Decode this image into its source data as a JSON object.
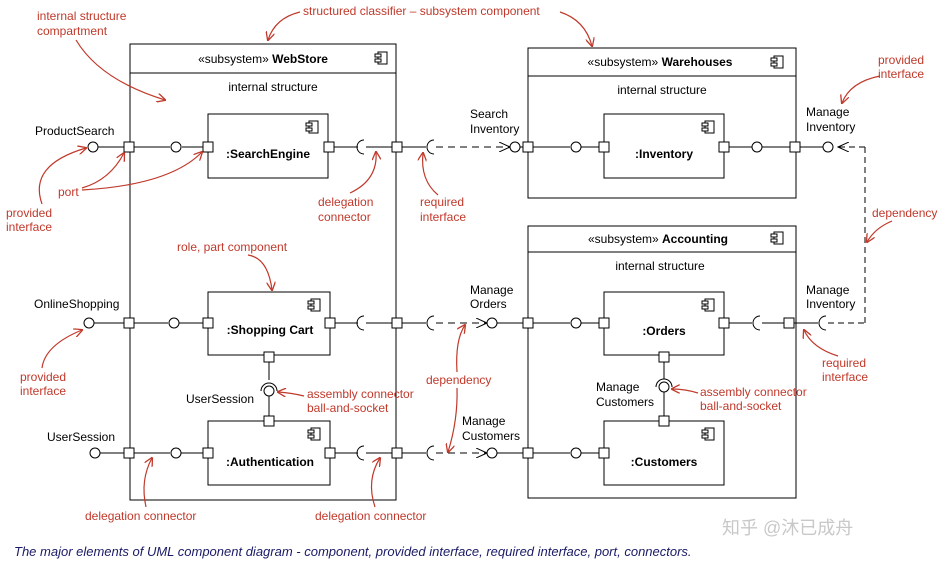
{
  "components": {
    "webstore": {
      "stereotype": "«subsystem»",
      "name": "WebStore",
      "compartment": "internal structure"
    },
    "warehouses": {
      "stereotype": "«subsystem»",
      "name": "Warehouses",
      "compartment": "internal structure"
    },
    "accounting": {
      "stereotype": "«subsystem»",
      "name": "Accounting",
      "compartment": "internal structure"
    },
    "search_engine": ":SearchEngine",
    "shopping_cart": ":Shopping Cart",
    "authentication": ":Authentication",
    "inventory": ":Inventory",
    "orders": ":Orders",
    "customers": ":Customers"
  },
  "interfaces": {
    "product_search": "ProductSearch",
    "online_shopping": "OnlineShopping",
    "user_session_outer": "UserSession",
    "user_session_inner": "UserSession",
    "search_inventory": [
      "Search",
      "Inventory"
    ],
    "manage_orders": [
      "Manage",
      "Orders"
    ],
    "manage_customers_ws": [
      "Manage",
      "Customers"
    ],
    "manage_inventory_top": [
      "Manage",
      "Inventory"
    ],
    "manage_inventory_mid": [
      "Manage",
      "Inventory"
    ],
    "manage_customers_acc": [
      "Manage",
      "Customers"
    ]
  },
  "annotations": {
    "internal_structure_compartment": [
      "internal structure",
      "compartment"
    ],
    "structured_classifier": "structured classifier – subsystem component",
    "provided_interface_top": [
      "provided",
      "interface"
    ],
    "provided_interface_left1": [
      "provided",
      "interface"
    ],
    "provided_interface_left2": [
      "provided",
      "interface"
    ],
    "port": "port",
    "delegation_connector_1": [
      "delegation",
      "connector"
    ],
    "required_interface_1": [
      "required",
      "interface"
    ],
    "required_interface_2": [
      "required",
      "interface"
    ],
    "dependency_right": "dependency",
    "dependency_mid": "dependency",
    "role_part": "role, part component",
    "assembly_ws": [
      "assembly connector",
      "ball-and-socket"
    ],
    "assembly_acc": [
      "assembly connector",
      "ball-and-socket"
    ],
    "delegation_connector_bl": "delegation connector",
    "delegation_connector_bm": "delegation connector"
  },
  "caption": "The major elements of UML component diagram - component, provided interface, required interface, port, connectors.",
  "watermark": "知乎 @沐已成舟",
  "colors": {
    "annotation": "#c0392b",
    "line": "#000000",
    "caption": "#1a1a66",
    "watermark": "#c8c8c8"
  }
}
